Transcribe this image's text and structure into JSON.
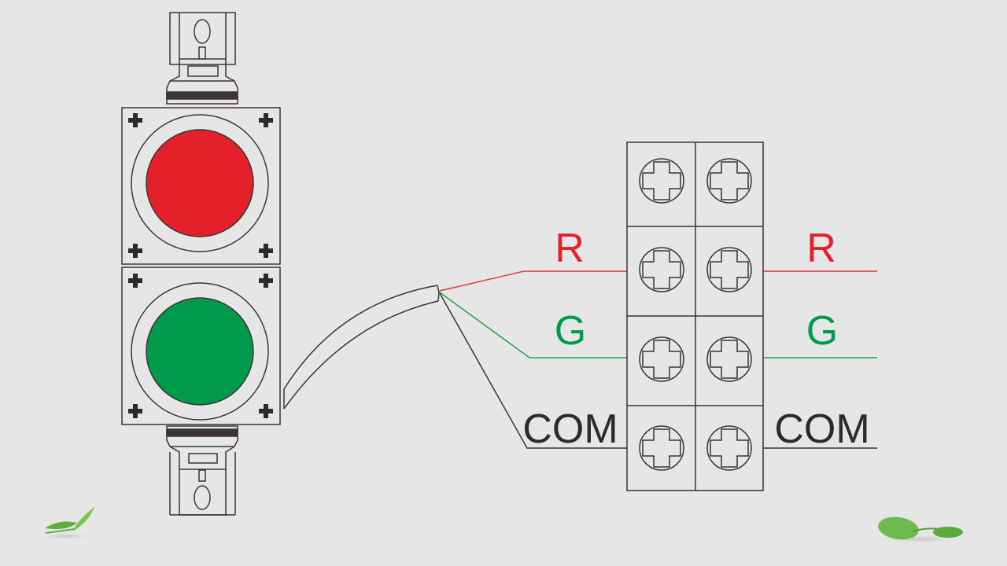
{
  "diagram": {
    "title": "Two-aspect signal light wiring diagram",
    "colors": {
      "background": "#e6e6e6",
      "outline": "#3a3433",
      "red": "#e4202a",
      "green": "#009a4a",
      "red_wire": "#e2373f",
      "green_wire": "#1fa34a",
      "com_wire": "#3a3433",
      "leaf": "#6cbf4a"
    },
    "signal": {
      "lamps": [
        {
          "name": "red-lamp",
          "color": "red"
        },
        {
          "name": "green-lamp",
          "color": "green"
        }
      ]
    },
    "terminal_block": {
      "rows": 4,
      "columns": 2
    },
    "labels": {
      "left": {
        "r": "R",
        "g": "G",
        "com": "COM"
      },
      "right": {
        "r": "R",
        "g": "G",
        "com": "COM"
      }
    }
  }
}
